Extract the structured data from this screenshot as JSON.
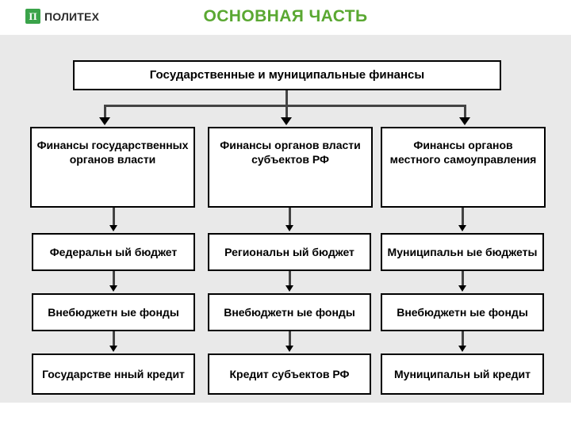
{
  "header": {
    "logo": {
      "mark_glyph": "П",
      "wordmark": "ПОЛИТЕХ",
      "mark_color": "#3aa34a"
    },
    "title": "ОСНОВНАЯ ЧАСТЬ",
    "title_color": "#5aa832"
  },
  "content": {
    "background_color": "#e9e9e9"
  },
  "diagram": {
    "type": "hierarchy-tree",
    "root": {
      "label": "Государственные и муниципальные финансы"
    },
    "columns": [
      {
        "level2": "Финансы государственных органов власти",
        "level3": "Федеральн ый бюджет",
        "level4": "Внебюджетн ые фонды",
        "level5": "Государстве нный кредит"
      },
      {
        "level2": "Финансы органов власти субъектов РФ",
        "level3": "Региональн ый бюджет",
        "level4": "Внебюджетн ые фонды",
        "level5": "Кредит субъектов РФ"
      },
      {
        "level2": "Финансы органов местного самоуправления",
        "level3": "Муниципальн ые бюджеты",
        "level4": "Внебюджетн ые фонды",
        "level5": "Муниципальн ый кредит"
      }
    ],
    "node_border_color": "#000000",
    "node_fill_color": "#ffffff",
    "connector_color": "#444444"
  }
}
